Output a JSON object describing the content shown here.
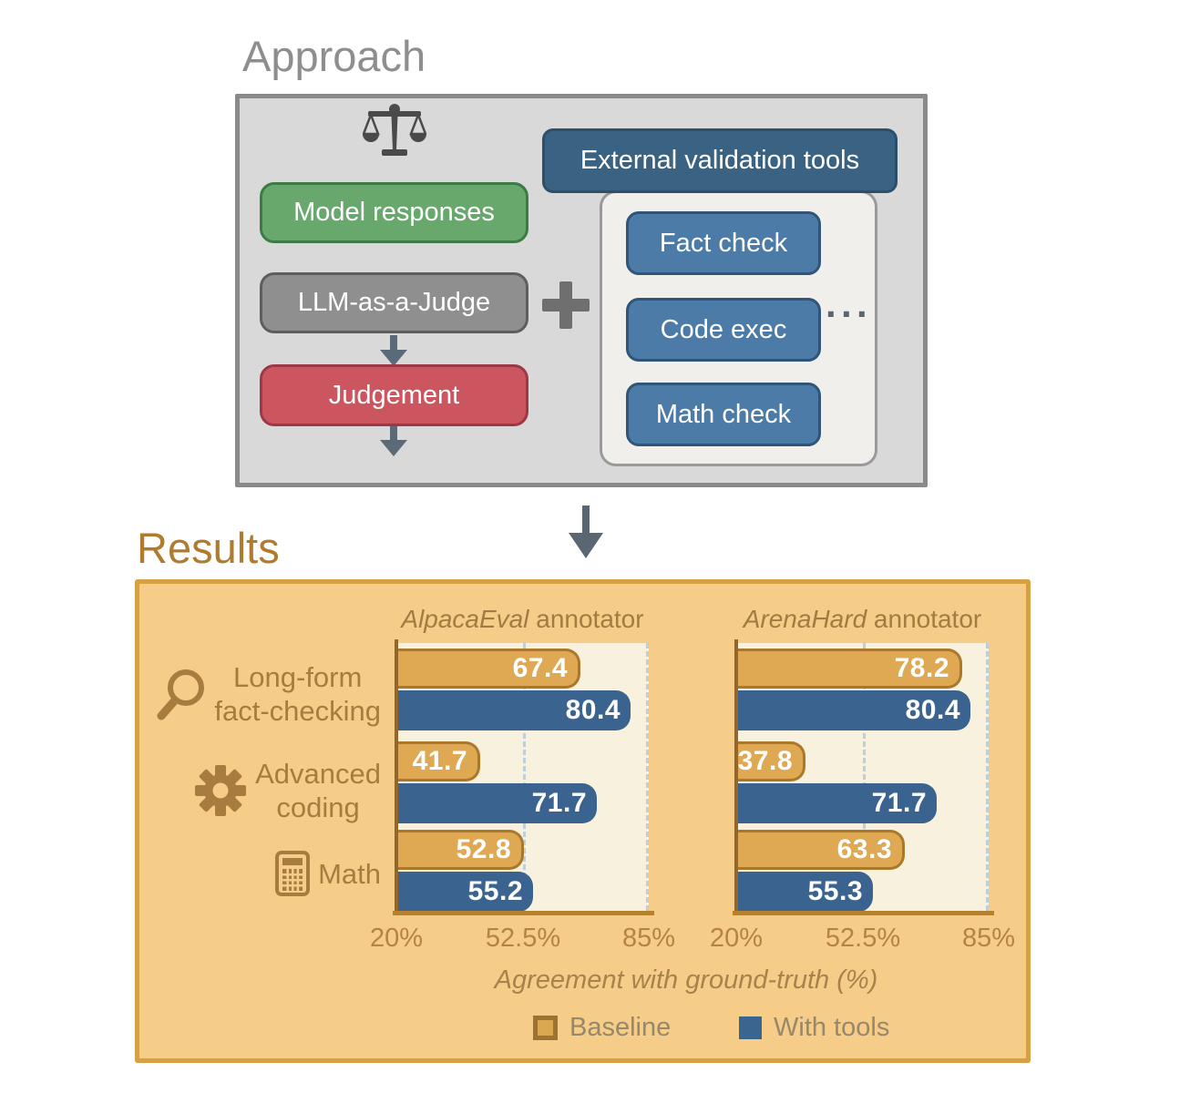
{
  "approach": {
    "title": "Approach",
    "scale_icon": "balance-scale-icon",
    "flow_boxes": [
      {
        "label": "Model responses",
        "color": "#68a86d"
      },
      {
        "label": "LLM-as-a-Judge",
        "color": "#8f8f8f"
      },
      {
        "label": "Judgement",
        "color": "#cb5660"
      }
    ],
    "plus_icon": "plus-icon",
    "tools_header": "External validation tools",
    "tool_items": [
      "Fact check",
      "Code exec",
      "Math check"
    ],
    "ellipsis": "···"
  },
  "results": {
    "title": "Results",
    "chart_headers": [
      {
        "emph": "AlpacaEval",
        "rest": " annotator"
      },
      {
        "emph": "ArenaHard",
        "rest": " annotator"
      }
    ],
    "row_labels": [
      {
        "icon": "magnifier-icon",
        "line1": "Long-form",
        "line2": "fact-checking"
      },
      {
        "icon": "gear-icon",
        "line1": "Advanced",
        "line2": "coding"
      },
      {
        "icon": "calculator-icon",
        "line1": "Math"
      }
    ],
    "xlabel": "Agreement with ground-truth (%)",
    "legend": [
      {
        "label": "Baseline",
        "swatch_fill": "#d9a850",
        "swatch_border": "#9c7330"
      },
      {
        "label": "With tools",
        "swatch_fill": "#39658e"
      }
    ]
  },
  "chart_data": [
    {
      "type": "bar",
      "orientation": "horizontal",
      "title": "AlpacaEval annotator",
      "categories": [
        "Long-form fact-checking",
        "Advanced coding",
        "Math"
      ],
      "series": [
        {
          "name": "Baseline",
          "values": [
            67.4,
            41.7,
            52.8
          ],
          "color": "#dfa852"
        },
        {
          "name": "With tools",
          "values": [
            80.4,
            71.7,
            55.2
          ],
          "color": "#3a648f"
        }
      ],
      "xlabel": "Agreement with ground-truth (%)",
      "xlim": [
        20,
        85
      ],
      "xticks": [
        "20%",
        "52.5%",
        "85%"
      ],
      "gridlines": [
        52.5,
        85
      ],
      "grid_style": "dashed",
      "legend_position": "bottom"
    },
    {
      "type": "bar",
      "orientation": "horizontal",
      "title": "ArenaHard annotator",
      "categories": [
        "Long-form fact-checking",
        "Advanced coding",
        "Math"
      ],
      "series": [
        {
          "name": "Baseline",
          "values": [
            78.2,
            37.8,
            63.3
          ],
          "color": "#dfa852"
        },
        {
          "name": "With tools",
          "values": [
            80.4,
            71.7,
            55.3
          ],
          "color": "#3a648f"
        }
      ],
      "xlabel": "Agreement with ground-truth (%)",
      "xlim": [
        20,
        85
      ],
      "xticks": [
        "20%",
        "52.5%",
        "85%"
      ],
      "gridlines": [
        52.5,
        85
      ],
      "grid_style": "dashed",
      "legend_position": "bottom"
    }
  ],
  "colors": {
    "approach_title": "#8e8e8e",
    "approach_panel_bg": "#d9d9d9",
    "approach_panel_border": "#8a8a8a",
    "green_box": "#68a86d",
    "green_box_border": "#3e7a46",
    "gray_box": "#8f8f8f",
    "red_box": "#cb5660",
    "blue_header_box": "#3a6282",
    "blue_tool_box": "#4b7ba6",
    "flow_arrow": "#5b6a78",
    "results_title": "#b07b2e",
    "results_panel_bg": "#f5cd89",
    "results_panel_border": "#d7a044",
    "plot_bg": "#f8f1dd",
    "gridline_dash": "#bccfda",
    "axis_left": "#93672c",
    "axis_bottom": "#b5812f",
    "baseline_bar": "#dfa852",
    "baseline_bar_border": "#ab772b",
    "with_tools_bar": "#3a648f",
    "bar_value_text": "#ffffff",
    "row_label_text": "#a87c3e",
    "tick_text": "#b58443",
    "legend_text": "#97886a"
  }
}
